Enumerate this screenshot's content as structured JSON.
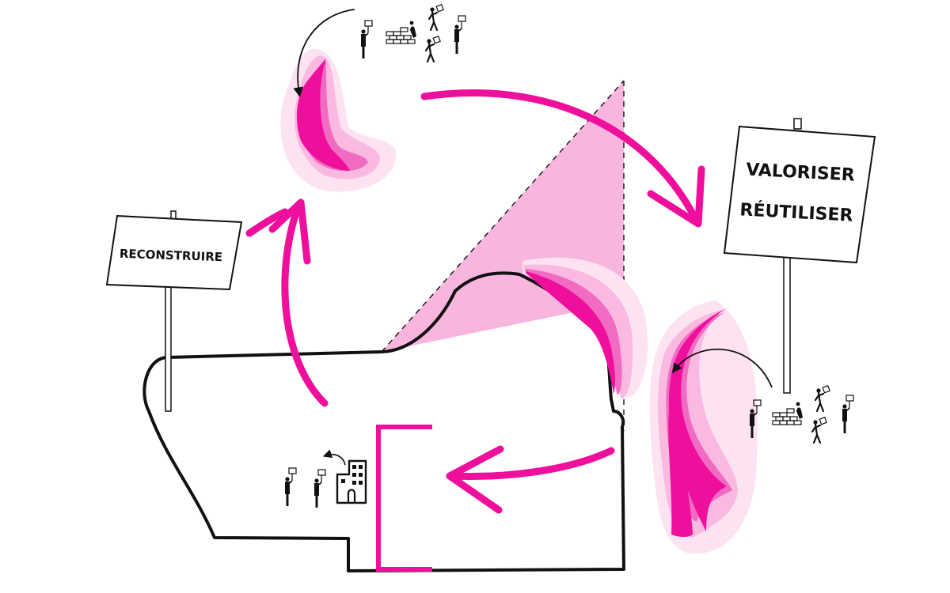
{
  "diagram": {
    "signs": {
      "left": {
        "label": "RECONSTRUIRE"
      },
      "right": {
        "line1": "VALORISER",
        "line2": "RÉUTILISER"
      }
    },
    "colors": {
      "accent": "#ee0f9c",
      "accent_mid": "#f26bc3",
      "accent_light": "#f9b9e0",
      "accent_pale": "#fde2f2",
      "line": "#111111",
      "background": "#ffffff"
    },
    "icons": [
      "people-with-signs-icon",
      "brick-wall-icon",
      "building-icon",
      "curved-arrow-icon"
    ]
  }
}
